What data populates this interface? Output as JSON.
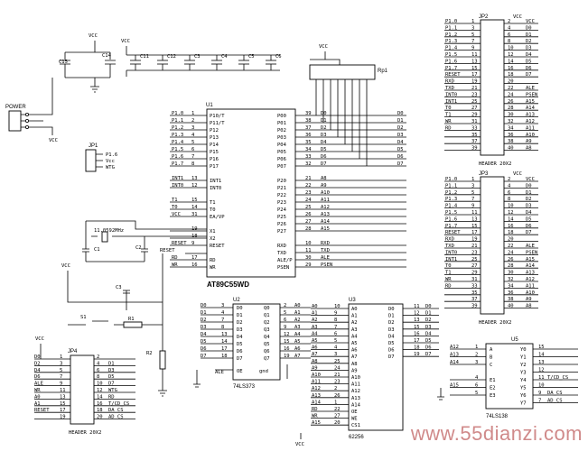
{
  "labels": {
    "vcc": "VCC",
    "power": "POWER",
    "c15": "C15",
    "c14": "C14",
    "jp1": "JP1",
    "p1_6": "P1.6",
    "vcc_pin": "Vcc",
    "wtg": "WTG",
    "rp1": "Rp1",
    "u1": "U1",
    "u1_name": "AT89C55WD",
    "u2": "U2",
    "u2_name": "74LS373",
    "u3": "U3",
    "u3_name": "62256",
    "u5": "U5",
    "u5_name": "74LS138",
    "jp2": "JP2",
    "jp3": "JP3",
    "jp4": "JP4",
    "header": "HEADER 20X2",
    "xtal": "11.0592MHz",
    "c1": "C1",
    "c2": "C2",
    "c3": "C3",
    "r1": "R1",
    "r2": "R2",
    "s1": "S1",
    "reset": "RESET",
    "ale": "ALE",
    "oe": "OE",
    "gnd": "gnd",
    "cs1": "CS1",
    "t_cs": "T/CD_CS",
    "da_cs": "DA_CS",
    "ad_cs": "AD_CS",
    "watermark": "www.55dianzi.com"
  },
  "u1_left_pins": [
    {
      "sig": "P1.0",
      "pin": "P10/T",
      "n": "1"
    },
    {
      "sig": "P1.1",
      "pin": "P11/T",
      "n": "2"
    },
    {
      "sig": "P1.2",
      "pin": "P12",
      "n": "3"
    },
    {
      "sig": "P1.3",
      "pin": "P13",
      "n": "4"
    },
    {
      "sig": "P1.4",
      "pin": "P14",
      "n": "5"
    },
    {
      "sig": "P1.5",
      "pin": "P15",
      "n": "6"
    },
    {
      "sig": "P1.6",
      "pin": "P16",
      "n": "7"
    },
    {
      "sig": "P1.7",
      "pin": "P17",
      "n": "8"
    },
    {
      "sig": "",
      "pin": "",
      "n": ""
    },
    {
      "sig": "INT1",
      "pin": "INT1",
      "n": "13"
    },
    {
      "sig": "INT0",
      "pin": "INT0",
      "n": "12"
    },
    {
      "sig": "",
      "pin": "",
      "n": ""
    },
    {
      "sig": "T1",
      "pin": "T1",
      "n": "15"
    },
    {
      "sig": "T0",
      "pin": "T0",
      "n": "14"
    },
    {
      "sig": "VCC",
      "pin": "EA/VP",
      "n": "31"
    },
    {
      "sig": "",
      "pin": "",
      "n": ""
    },
    {
      "sig": "",
      "pin": "X1",
      "n": "19"
    },
    {
      "sig": "",
      "pin": "X2",
      "n": "18"
    },
    {
      "sig": "RESET",
      "pin": "RESET",
      "n": "9"
    },
    {
      "sig": "",
      "pin": "",
      "n": ""
    },
    {
      "sig": "RD",
      "pin": "RD",
      "n": "17"
    },
    {
      "sig": "WR",
      "pin": "WR",
      "n": "16"
    }
  ],
  "u1_right_pins": [
    {
      "pin": "P00",
      "n": "39",
      "sig": "D0"
    },
    {
      "pin": "P01",
      "n": "38",
      "sig": "D1"
    },
    {
      "pin": "P02",
      "n": "37",
      "sig": "D2"
    },
    {
      "pin": "P03",
      "n": "36",
      "sig": "D3"
    },
    {
      "pin": "P04",
      "n": "35",
      "sig": "D4"
    },
    {
      "pin": "P05",
      "n": "34",
      "sig": "D5"
    },
    {
      "pin": "P06",
      "n": "33",
      "sig": "D6"
    },
    {
      "pin": "P07",
      "n": "32",
      "sig": "D7"
    },
    {
      "pin": "",
      "n": "",
      "sig": ""
    },
    {
      "pin": "P20",
      "n": "21",
      "sig": "A8"
    },
    {
      "pin": "P21",
      "n": "22",
      "sig": "A9"
    },
    {
      "pin": "P22",
      "n": "23",
      "sig": "A10"
    },
    {
      "pin": "P23",
      "n": "24",
      "sig": "A11"
    },
    {
      "pin": "P24",
      "n": "25",
      "sig": "A12"
    },
    {
      "pin": "P25",
      "n": "26",
      "sig": "A13"
    },
    {
      "pin": "P26",
      "n": "27",
      "sig": "A14"
    },
    {
      "pin": "P27",
      "n": "28",
      "sig": "A15"
    },
    {
      "pin": "",
      "n": "",
      "sig": ""
    },
    {
      "pin": "RXD",
      "n": "10",
      "sig": "RXD"
    },
    {
      "pin": "TXD",
      "n": "11",
      "sig": "TXD"
    },
    {
      "pin": "ALE/P",
      "n": "30",
      "sig": "ALE"
    },
    {
      "pin": "PSEN",
      "n": "29",
      "sig": "PSEN"
    }
  ],
  "u2_rows": [
    {
      "inSig": "D0",
      "inN": "3",
      "inPin": "D0",
      "outPin": "Q0",
      "outN": "2",
      "outSig": "A0"
    },
    {
      "inSig": "D1",
      "inN": "4",
      "inPin": "D1",
      "outPin": "Q1",
      "outN": "5",
      "outSig": "A1"
    },
    {
      "inSig": "D2",
      "inN": "7",
      "inPin": "D2",
      "outPin": "Q2",
      "outN": "6",
      "outSig": "A2"
    },
    {
      "inSig": "D3",
      "inN": "8",
      "inPin": "D3",
      "outPin": "Q3",
      "outN": "9",
      "outSig": "A3"
    },
    {
      "inSig": "D4",
      "inN": "13",
      "inPin": "D4",
      "outPin": "Q4",
      "outN": "12",
      "outSig": "A4"
    },
    {
      "inSig": "D5",
      "inN": "14",
      "inPin": "D5",
      "outPin": "Q5",
      "outN": "15",
      "outSig": "A5"
    },
    {
      "inSig": "D6",
      "inN": "17",
      "inPin": "D6",
      "outPin": "Q6",
      "outN": "16",
      "outSig": "A6"
    },
    {
      "inSig": "D7",
      "inN": "18",
      "inPin": "D7",
      "outPin": "Q7",
      "outN": "19",
      "outSig": "A7"
    }
  ],
  "u3_left": [
    {
      "sig": "A0",
      "n": "10",
      "pin": "A0"
    },
    {
      "sig": "A1",
      "n": "9",
      "pin": "A1"
    },
    {
      "sig": "A2",
      "n": "8",
      "pin": "A2"
    },
    {
      "sig": "A3",
      "n": "7",
      "pin": "A3"
    },
    {
      "sig": "A4",
      "n": "6",
      "pin": "A4"
    },
    {
      "sig": "A5",
      "n": "5",
      "pin": "A5"
    },
    {
      "sig": "A6",
      "n": "4",
      "pin": "A6"
    },
    {
      "sig": "A7",
      "n": "3",
      "pin": "A7"
    },
    {
      "sig": "A8",
      "n": "25",
      "pin": "A8"
    },
    {
      "sig": "A9",
      "n": "24",
      "pin": "A9"
    },
    {
      "sig": "A10",
      "n": "21",
      "pin": "A10"
    },
    {
      "sig": "A11",
      "n": "23",
      "pin": "A11"
    },
    {
      "sig": "A12",
      "n": "2",
      "pin": "A12"
    },
    {
      "sig": "A13",
      "n": "26",
      "pin": "A13"
    },
    {
      "sig": "A14",
      "n": "1",
      "pin": "A14"
    },
    {
      "sig": "RD",
      "n": "22",
      "pin": "OE"
    },
    {
      "sig": "WR",
      "n": "27",
      "pin": "WE"
    },
    {
      "sig": "A15",
      "n": "20",
      "pin": "CS1"
    }
  ],
  "u3_right": [
    {
      "pin": "D0",
      "n": "11",
      "sig": "D0"
    },
    {
      "pin": "D1",
      "n": "12",
      "sig": "D1"
    },
    {
      "pin": "D2",
      "n": "13",
      "sig": "D2"
    },
    {
      "pin": "D3",
      "n": "15",
      "sig": "D3"
    },
    {
      "pin": "D4",
      "n": "16",
      "sig": "D4"
    },
    {
      "pin": "D5",
      "n": "17",
      "sig": "D5"
    },
    {
      "pin": "D6",
      "n": "18",
      "sig": "D6"
    },
    {
      "pin": "D7",
      "n": "19",
      "sig": "D7"
    }
  ],
  "jp2_rows": [
    {
      "l": "P1.0",
      "a": "1",
      "b": "2",
      "r": "VCC"
    },
    {
      "l": "P1.1",
      "a": "3",
      "b": "4",
      "r": "D0"
    },
    {
      "l": "P1.2",
      "a": "5",
      "b": "6",
      "r": "D1"
    },
    {
      "l": "P1.3",
      "a": "7",
      "b": "8",
      "r": "D2"
    },
    {
      "l": "P1.4",
      "a": "9",
      "b": "10",
      "r": "D3"
    },
    {
      "l": "P1.5",
      "a": "11",
      "b": "12",
      "r": "D4"
    },
    {
      "l": "P1.6",
      "a": "13",
      "b": "14",
      "r": "D5"
    },
    {
      "l": "P1.7",
      "a": "15",
      "b": "16",
      "r": "D6"
    },
    {
      "l": "RESET",
      "a": "17",
      "b": "18",
      "r": "D7"
    },
    {
      "l": "RXD",
      "a": "19",
      "b": "20",
      "r": ""
    },
    {
      "l": "TXD",
      "a": "21",
      "b": "22",
      "r": "ALE"
    },
    {
      "l": "INT0",
      "a": "23",
      "b": "24",
      "r": "PSEN"
    },
    {
      "l": "INT1",
      "a": "25",
      "b": "26",
      "r": "A15"
    },
    {
      "l": "T0",
      "a": "27",
      "b": "28",
      "r": "A14"
    },
    {
      "l": "T1",
      "a": "29",
      "b": "30",
      "r": "A13"
    },
    {
      "l": "WR",
      "a": "31",
      "b": "32",
      "r": "A12"
    },
    {
      "l": "RD",
      "a": "33",
      "b": "34",
      "r": "A11"
    },
    {
      "l": "",
      "a": "35",
      "b": "36",
      "r": "A10"
    },
    {
      "l": "",
      "a": "37",
      "b": "38",
      "r": "A9"
    },
    {
      "l": "",
      "a": "39",
      "b": "40",
      "r": "A8"
    }
  ],
  "jp3_rows": [
    {
      "l": "P1.0",
      "a": "1",
      "b": "2",
      "r": "VCC"
    },
    {
      "l": "P1.1",
      "a": "3",
      "b": "4",
      "r": "D0"
    },
    {
      "l": "P1.2",
      "a": "5",
      "b": "6",
      "r": "D1"
    },
    {
      "l": "P1.3",
      "a": "7",
      "b": "8",
      "r": "D2"
    },
    {
      "l": "P1.4",
      "a": "9",
      "b": "10",
      "r": "D3"
    },
    {
      "l": "P1.5",
      "a": "11",
      "b": "12",
      "r": "D4"
    },
    {
      "l": "P1.6",
      "a": "13",
      "b": "14",
      "r": "D5"
    },
    {
      "l": "P1.7",
      "a": "15",
      "b": "16",
      "r": "D6"
    },
    {
      "l": "RESET",
      "a": "17",
      "b": "18",
      "r": "D7"
    },
    {
      "l": "RXD",
      "a": "19",
      "b": "20",
      "r": ""
    },
    {
      "l": "TXD",
      "a": "21",
      "b": "22",
      "r": "ALE"
    },
    {
      "l": "INT0",
      "a": "23",
      "b": "24",
      "r": "PSEN"
    },
    {
      "l": "INT1",
      "a": "25",
      "b": "26",
      "r": "A15"
    },
    {
      "l": "T0",
      "a": "27",
      "b": "28",
      "r": "A14"
    },
    {
      "l": "T1",
      "a": "29",
      "b": "30",
      "r": "A13"
    },
    {
      "l": "WR",
      "a": "31",
      "b": "32",
      "r": "A12"
    },
    {
      "l": "RD",
      "a": "33",
      "b": "34",
      "r": "A11"
    },
    {
      "l": "",
      "a": "35",
      "b": "36",
      "r": "A10"
    },
    {
      "l": "",
      "a": "37",
      "b": "38",
      "r": "A9"
    },
    {
      "l": "",
      "a": "39",
      "b": "40",
      "r": "A8"
    }
  ],
  "jp4_rows": [
    {
      "l": "D0",
      "a": "1",
      "b": "2",
      "r": ""
    },
    {
      "l": "D2",
      "a": "3",
      "b": "4",
      "r": "D1"
    },
    {
      "l": "D4",
      "a": "5",
      "b": "6",
      "r": "D3"
    },
    {
      "l": "D6",
      "a": "7",
      "b": "8",
      "r": "D5"
    },
    {
      "l": "ALE",
      "a": "9",
      "b": "10",
      "r": "D7"
    },
    {
      "l": "WR",
      "a": "11",
      "b": "12",
      "r": "WTG"
    },
    {
      "l": "A0",
      "a": "13",
      "b": "14",
      "r": "RD"
    },
    {
      "l": "A1",
      "a": "15",
      "b": "16",
      "r": "T/CD_CS"
    },
    {
      "l": "RESET",
      "a": "17",
      "b": "18",
      "r": "DA_CS"
    },
    {
      "l": "",
      "a": "19",
      "b": "20",
      "r": "AD_CS"
    }
  ],
  "u5_left": [
    {
      "sig": "A12",
      "n": "1",
      "pin": "A"
    },
    {
      "sig": "A13",
      "n": "2",
      "pin": "B"
    },
    {
      "sig": "A14",
      "n": "3",
      "pin": "C"
    },
    {
      "sig": "",
      "n": "",
      "pin": ""
    },
    {
      "sig": "",
      "n": "4",
      "pin": "E1"
    },
    {
      "sig": "A15",
      "n": "6",
      "pin": "E2"
    },
    {
      "sig": "",
      "n": "5",
      "pin": "E3"
    }
  ],
  "u5_right": [
    {
      "pin": "Y0",
      "n": "15",
      "sig": ""
    },
    {
      "pin": "Y1",
      "n": "14",
      "sig": ""
    },
    {
      "pin": "Y2",
      "n": "13",
      "sig": ""
    },
    {
      "pin": "Y3",
      "n": "12",
      "sig": ""
    },
    {
      "pin": "Y4",
      "n": "11",
      "sig": "T/CD_CS"
    },
    {
      "pin": "Y5",
      "n": "10",
      "sig": ""
    },
    {
      "pin": "Y6",
      "n": "9",
      "sig": "DA_CS"
    },
    {
      "pin": "Y7",
      "n": "7",
      "sig": "AD_CS"
    }
  ],
  "caps_top": [
    "C11",
    "C12",
    "C3",
    "C4",
    "C5",
    "C6"
  ],
  "rp1_bus": [
    "D0",
    "D1",
    "D2",
    "D3",
    "D4",
    "D5",
    "D6",
    "D7"
  ]
}
